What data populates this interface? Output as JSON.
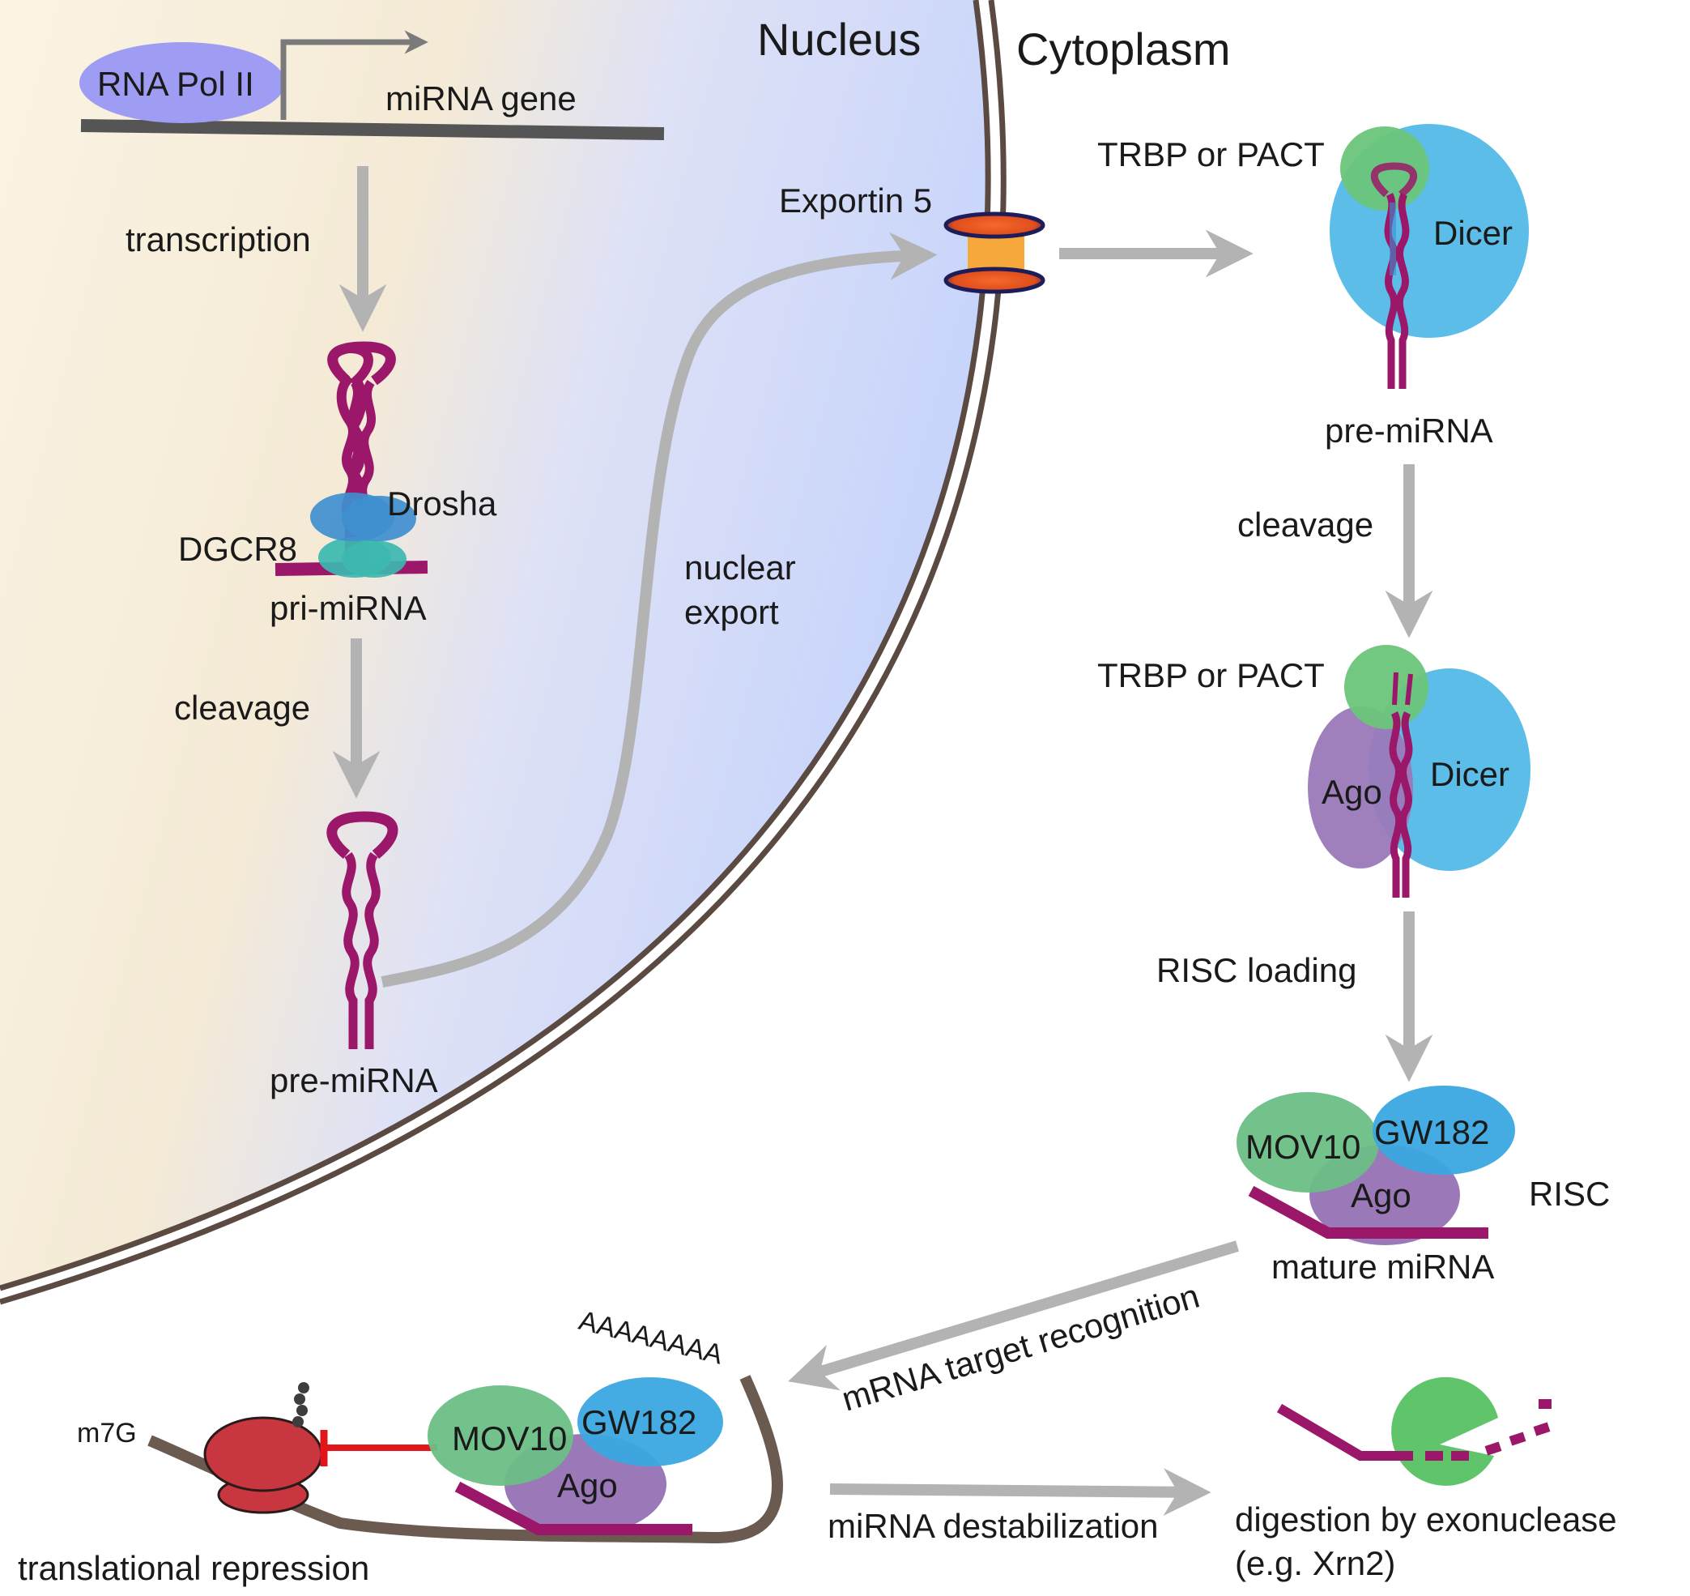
{
  "compartments": {
    "nucleus": "Nucleus",
    "cytoplasm": "Cytoplasm"
  },
  "nucleus_steps": {
    "rna_pol": "RNA Pol II",
    "gene": "miRNA gene",
    "transcription": "transcription",
    "drosha": "Drosha",
    "dgcr8": "DGCR8",
    "pri_mirna": "pri-miRNA",
    "cleavage": "cleavage",
    "pre_mirna": "pre-miRNA",
    "nuclear_export": [
      "nuclear",
      "export"
    ]
  },
  "export": {
    "exportin": "Exportin 5"
  },
  "cytoplasm_steps": {
    "trbp_1": "TRBP or PACT",
    "dicer_1": "Dicer",
    "pre_mirna": "pre-miRNA",
    "cleavage": "cleavage",
    "trbp_2": "TRBP or PACT",
    "ago_2": "Ago",
    "dicer_2": "Dicer",
    "risc_loading": "RISC loading",
    "mov10": "MOV10",
    "gw182": "GW182",
    "ago_3": "Ago",
    "risc": "RISC",
    "mature": "mature miRNA"
  },
  "outcomes": {
    "target_recognition": "mRNA target recognition",
    "polya": "AAAAAAAA",
    "cap": "m7G",
    "mov10": "MOV10",
    "gw182": "GW182",
    "ago": "Ago",
    "translational_repression": "translational repression",
    "destabilization": "miRNA destabilization",
    "digestion": [
      "digestion by exonuclease",
      "(e.g. Xrn2)"
    ]
  },
  "colors": {
    "arrow": "#b3b3b3",
    "membrane": "#5a4a42",
    "mirna": "#9b1769",
    "dicer": "#5bbde8",
    "trbp": "#6cc57a",
    "ago": "#9b79b8",
    "mov10": "#6bbf86",
    "gw182": "#3aa8e0",
    "rna_pol": "#9e9cf3",
    "drosha": "#3f8fcf",
    "dgcr8": "#3cb9b0",
    "ribosome": "#c8373f",
    "inhibition": "#e0161b",
    "exonuclease": "#5fc46a",
    "exportin_core": "#f6a83a"
  }
}
